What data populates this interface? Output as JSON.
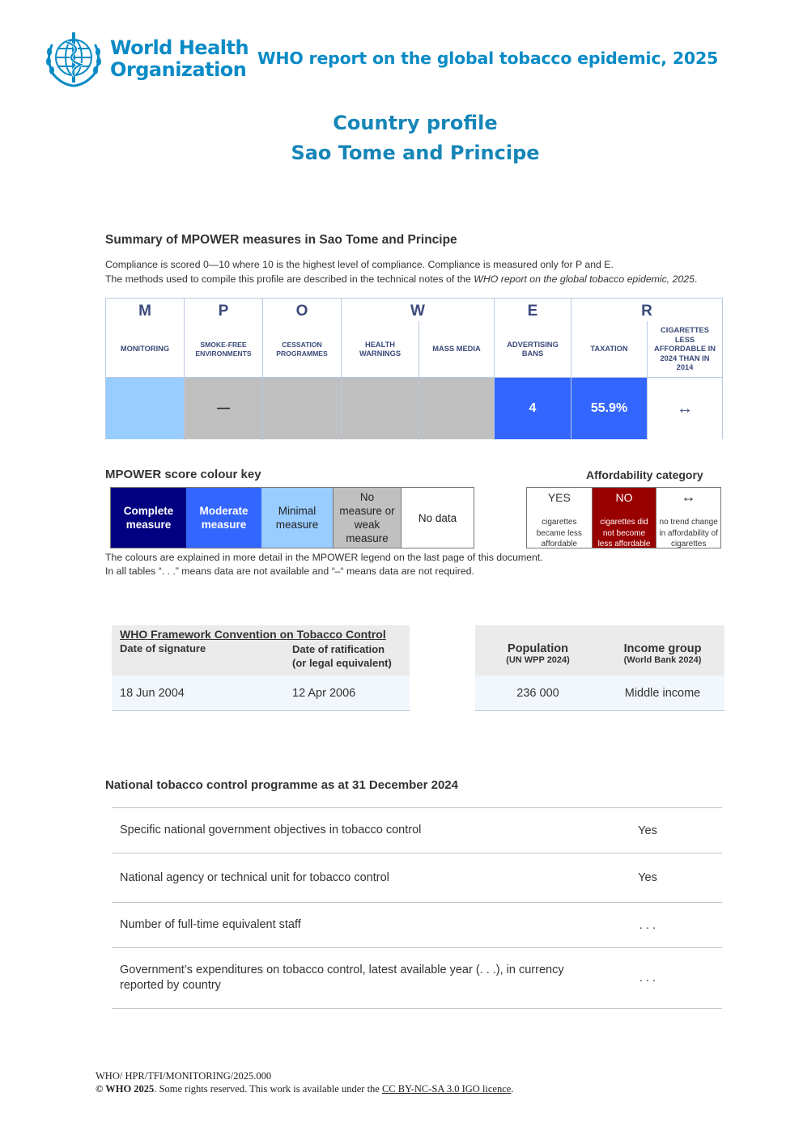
{
  "header": {
    "org_line1": "World Health",
    "org_line2": "Organization",
    "report_title": "WHO report on the global tobacco epidemic, 2025",
    "profile_title": "Country profile",
    "country": "Sao Tome and Principe"
  },
  "summary": {
    "heading": "Summary of MPOWER measures in Sao Tome and Principe",
    "note_line1": "Compliance is scored 0—10 where 10 is the highest level of compliance. Compliance is measured only for P and E.",
    "note_line2_prefix": "The methods used to compile this profile are described in the technical notes of the ",
    "note_line2_italic": "WHO report on the global tobacco epidemic, 2025",
    "note_line2_suffix": "."
  },
  "mpower": {
    "letters": [
      "M",
      "P",
      "O",
      "W",
      "E",
      "R"
    ],
    "columns": [
      {
        "label": "MONITORING",
        "value": "",
        "color": "#99ccff"
      },
      {
        "label": "SMOKE-FREE ENVIRONMENTS",
        "value": "—",
        "color": "#c0c0c0"
      },
      {
        "label": "CESSATION PROGRAMMES",
        "value": "",
        "color": "#c0c0c0"
      },
      {
        "label": "HEALTH WARNINGS",
        "value": "",
        "color": "#c0c0c0"
      },
      {
        "label": "MASS MEDIA",
        "value": "",
        "color": "#c0c0c0"
      },
      {
        "label": "ADVERTISING BANS",
        "value": "4",
        "color": "#3366ff"
      },
      {
        "label": "TAXATION",
        "value": "55.9%",
        "color": "#3366ff"
      },
      {
        "label": "CIGARETTES LESS AFFORDABLE IN 2024 THAN IN 2014",
        "value": "↔",
        "color": "#ffffff"
      }
    ]
  },
  "colour_key": {
    "heading": "MPOWER score colour key",
    "items": [
      {
        "label": "Complete measure",
        "color": "#000080"
      },
      {
        "label": "Moderate measure",
        "color": "#3366ff"
      },
      {
        "label": "Minimal measure",
        "color": "#99ccff"
      },
      {
        "label": "No measure or weak measure",
        "color": "#c0c0c0"
      },
      {
        "label": "No data",
        "color": "#ffffff"
      }
    ]
  },
  "affordability": {
    "heading": "Affordability category",
    "items": [
      {
        "symbol": "YES",
        "desc": "cigarettes became less affordable",
        "color": "#ffffff"
      },
      {
        "symbol": "NO",
        "desc": "cigarettes did not become less affordable",
        "color": "#990000"
      },
      {
        "symbol": "↔",
        "desc": "no trend change in affordability of cigarettes",
        "color": "#ffffff"
      }
    ]
  },
  "key_note": {
    "line1": "The colours are explained in more detail in the MPOWER legend on the last page of this document.",
    "line2": "In all tables “. . .” means data are not available and “–“ means data are not required."
  },
  "fctc": {
    "title": "WHO Framework Convention on Tobacco Control",
    "col1": "Date of signature",
    "col2_line1": "Date of ratification",
    "col2_line2": "(or legal equivalent)",
    "signature": "18 Jun 2004",
    "ratification": "12 Apr 2006"
  },
  "population": {
    "pop_label": "Population",
    "pop_source": "(UN WPP 2024)",
    "income_label": "Income group",
    "income_source": "(World Bank 2024)",
    "pop_value": "236 000",
    "income_value": "Middle income"
  },
  "national": {
    "heading": "National tobacco control programme as at 31 December 2024",
    "rows": [
      {
        "q": "Specific national government objectives in tobacco control",
        "a": "Yes"
      },
      {
        "q": "National agency or technical unit for tobacco control",
        "a": "Yes"
      },
      {
        "q": "Number of full-time equivalent staff",
        "a": ". . ."
      },
      {
        "q": "Government’s expenditures on tobacco control, latest available year (. . .), in currency reported by country",
        "a": ". . ."
      }
    ]
  },
  "footer": {
    "code": "WHO/ HPR/TFI/MONITORING/2025.000",
    "copyright_bold": "© WHO 2025",
    "copyright_text": ". Some rights reserved. This work is available under the ",
    "licence": "CC BY-NC-SA 3.0 IGO licence",
    "end": "."
  }
}
